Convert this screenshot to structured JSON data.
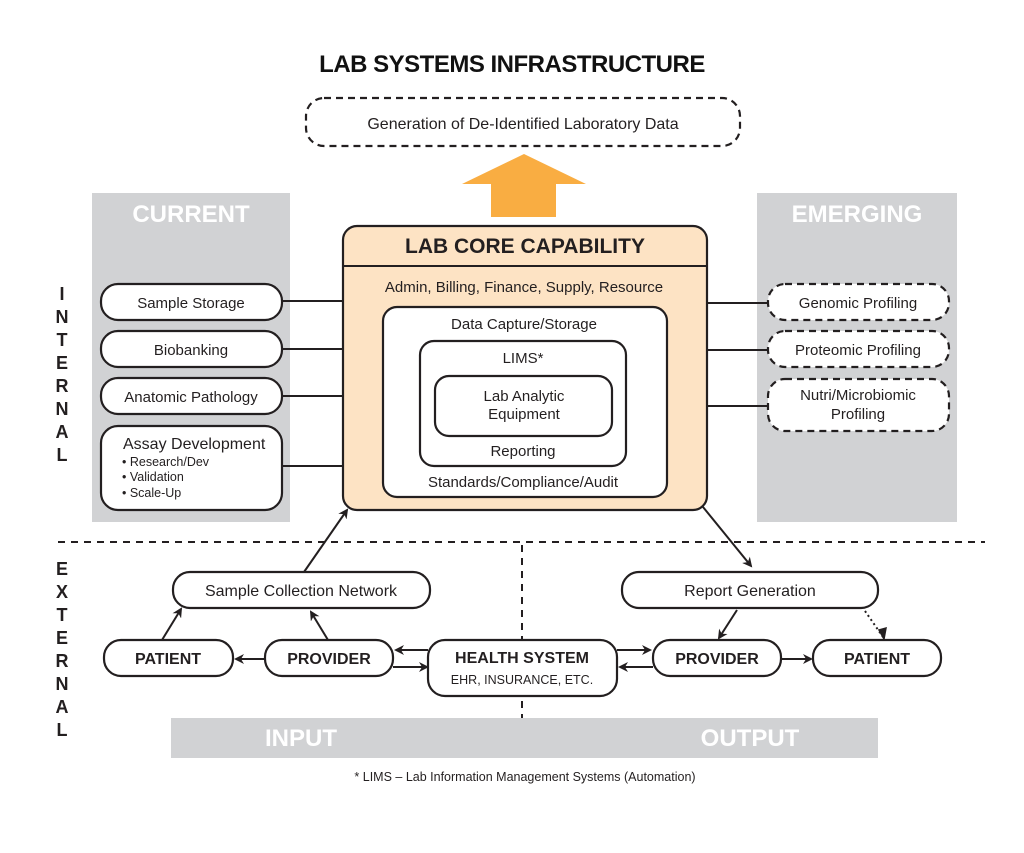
{
  "title": "LAB SYSTEMS INFRASTRUCTURE",
  "output_goal": "Generation of De-Identified Laboratory Data",
  "colors": {
    "arrow_orange": "#f9ad42",
    "core_fill": "#fde3c4",
    "panel_gray": "#d1d2d4",
    "ink": "#231f20"
  },
  "side_labels": {
    "internal": [
      "I",
      "N",
      "T",
      "E",
      "R",
      "N",
      "A",
      "L"
    ],
    "external": [
      "E",
      "X",
      "T",
      "E",
      "R",
      "N",
      "A",
      "L"
    ]
  },
  "current": {
    "label": "CURRENT",
    "items": [
      {
        "label": "Sample Storage"
      },
      {
        "label": "Biobanking"
      },
      {
        "label": "Anatomic Pathology"
      },
      {
        "label": "Assay Development",
        "bullets": [
          "• Research/Dev",
          "• Validation",
          "• Scale-Up"
        ]
      }
    ]
  },
  "emerging": {
    "label": "EMERGING",
    "items": [
      {
        "label": "Genomic Profiling"
      },
      {
        "label": "Proteomic Profiling"
      },
      {
        "label": "Nutri/Microbiomic",
        "label2": "Profiling"
      }
    ]
  },
  "core": {
    "title": "LAB CORE CAPABILITY",
    "admin": "Admin, Billing, Finance, Supply, Resource",
    "data_capture": "Data Capture/Storage",
    "lims": "LIMS*",
    "equipment_line1": "Lab Analytic",
    "equipment_line2": "Equipment",
    "reporting": "Reporting",
    "standards": "Standards/Compliance/Audit"
  },
  "external": {
    "sample_collection": "Sample Collection Network",
    "report_generation": "Report Generation",
    "input_patient": "PATIENT",
    "input_provider": "PROVIDER",
    "health_system": "HEALTH SYSTEM",
    "health_system_sub": "EHR, INSURANCE, ETC.",
    "output_provider": "PROVIDER",
    "output_patient": "PATIENT"
  },
  "bands": {
    "input": "INPUT",
    "output": "OUTPUT"
  },
  "footnote": "* LIMS – Lab Information Management Systems (Automation)"
}
